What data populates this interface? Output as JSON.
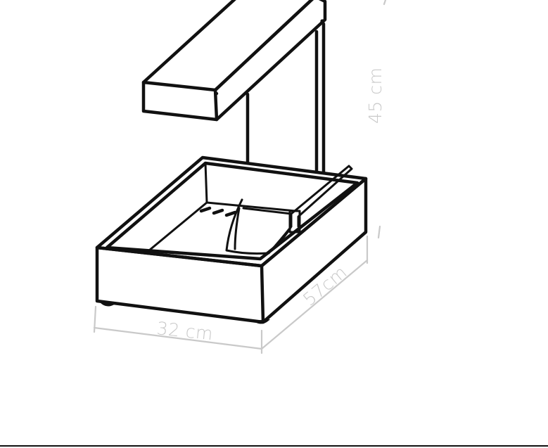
{
  "dimensions": {
    "height_label": "45 cm",
    "width_label": "32 cm",
    "depth_label": "57cm"
  },
  "colors": {
    "outline": "#111111",
    "dimension": "#c9c9c9",
    "background": "#ffffff",
    "bottom_rule": "#111111"
  }
}
